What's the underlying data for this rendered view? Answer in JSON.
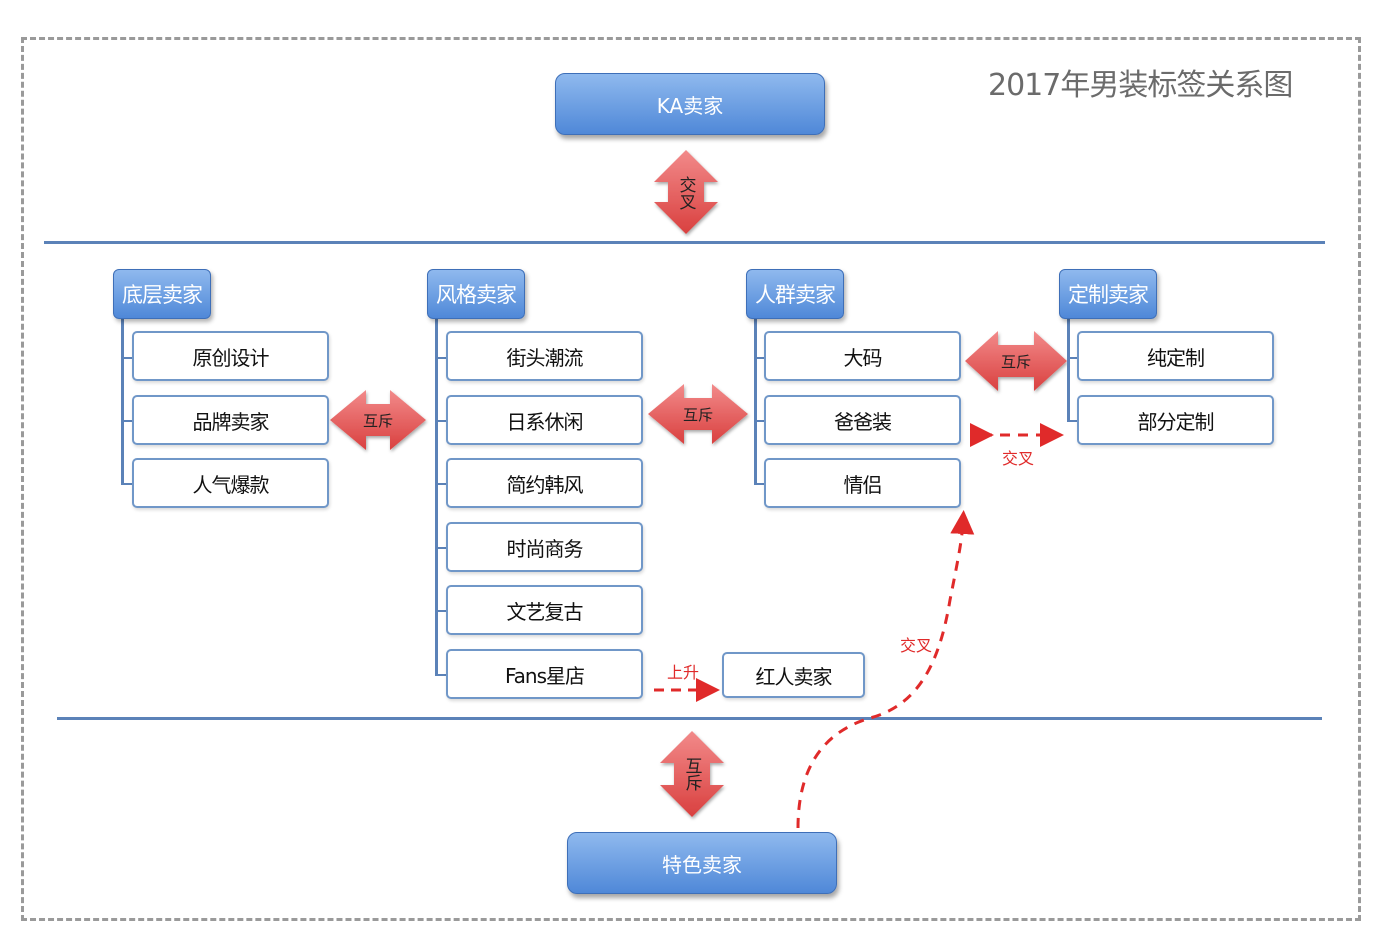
{
  "title": "2017年男装标签关系图",
  "top_box": {
    "label": "KA卖家"
  },
  "bottom_box": {
    "label": "特色卖家"
  },
  "top_arrow": {
    "label": "交叉",
    "type": "vertical-double-arrow"
  },
  "bottom_arrow": {
    "label": "互斥",
    "type": "vertical-double-arrow"
  },
  "colors": {
    "box_blue": "#4f88d8",
    "line_blue": "#5b82b8",
    "arrow_red": "#e05252",
    "dashed_red": "#e02a2a",
    "frame_gray": "#9a9a9a"
  },
  "categories": [
    {
      "header": "底层卖家",
      "items": [
        "原创设计",
        "品牌卖家",
        "人气爆款"
      ]
    },
    {
      "header": "风格卖家",
      "items": [
        "街头潮流",
        "日系休闲",
        "简约韩风",
        "时尚商务",
        "文艺复古",
        "Fans星店"
      ]
    },
    {
      "header": "人群卖家",
      "items": [
        "大码",
        "爸爸装",
        "情侣"
      ]
    },
    {
      "header": "定制卖家",
      "items": [
        "纯定制",
        "部分定制"
      ]
    }
  ],
  "relations": [
    {
      "between": [
        "底层卖家",
        "风格卖家"
      ],
      "label": "互斥"
    },
    {
      "between": [
        "风格卖家",
        "人群卖家"
      ],
      "label": "互斥"
    },
    {
      "between": [
        "人群卖家",
        "定制卖家"
      ],
      "label": "互斥"
    },
    {
      "between": [
        "人群卖家",
        "定制卖家"
      ],
      "label": "交叉",
      "style": "dashed"
    },
    {
      "between": [
        "特色卖家",
        "人群卖家"
      ],
      "label": "交叉",
      "style": "dashed"
    }
  ],
  "hongren": {
    "label": "红人卖家",
    "rise_label": "上升"
  }
}
